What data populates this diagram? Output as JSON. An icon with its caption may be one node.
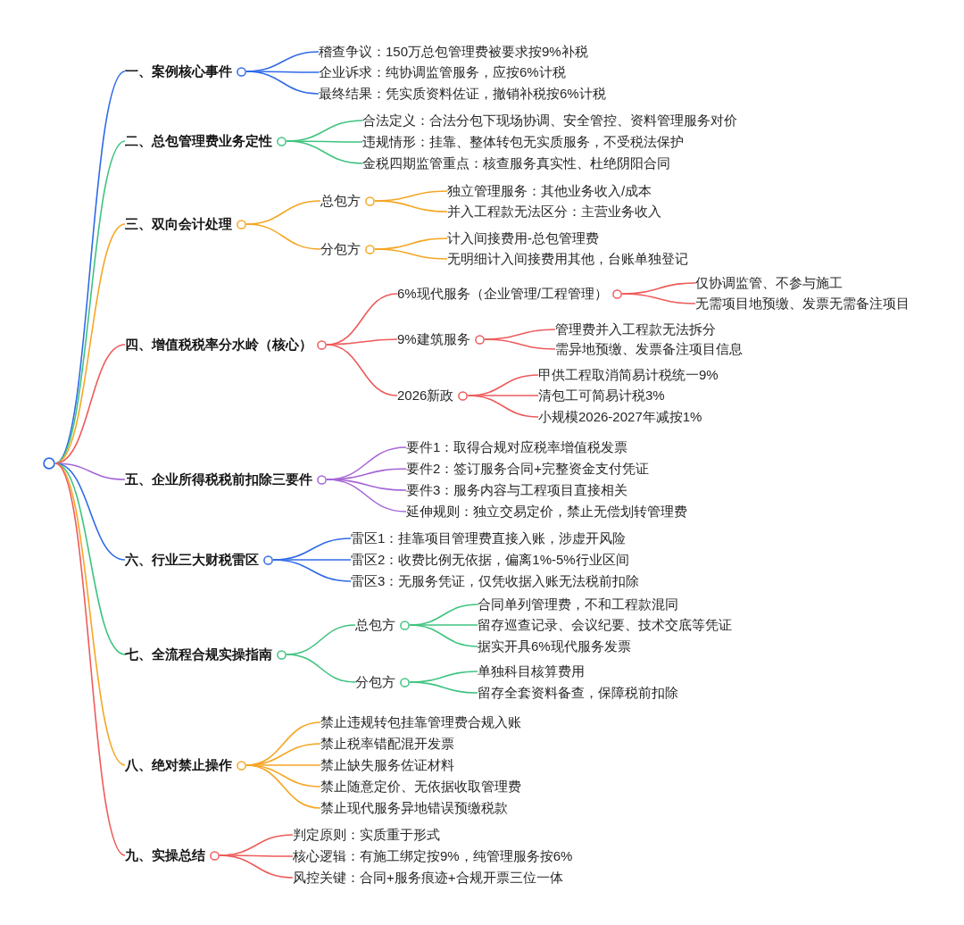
{
  "diagram": {
    "nodes": [
      {
        "text": [],
        "shape": "circle"
      },
      {
        "text": [
          "一、案例核心事件"
        ]
      },
      {
        "text": [
          "稽查争议：150万总包管理费被要求按9%补税"
        ]
      },
      {
        "text": [
          "企业诉求：纯协调监管服务，应按6%计税"
        ]
      },
      {
        "text": [
          "最终结果：凭实质资料佐证，撤销补税按6%计税"
        ]
      },
      {
        "text": [
          "二、总包管理费业务定性"
        ]
      },
      {
        "text": [
          "合法定义：合法分包下现场协调、安全管控、资料管理服务对价"
        ]
      },
      {
        "text": [
          "违规情形：挂靠、整体转包无实质服务，不受税法保护"
        ]
      },
      {
        "text": [
          "金税四期监管重点：核查服务真实性、杜绝阴阳合同"
        ]
      },
      {
        "text": [
          "三、双向会计处理"
        ]
      },
      {
        "text": [
          "总包方"
        ]
      },
      {
        "text": [
          "独立管理服务：其他业务收入/成本"
        ]
      },
      {
        "text": [
          "并入工程款无法区分：主营业务收入"
        ]
      },
      {
        "text": [
          "分包方"
        ]
      },
      {
        "text": [
          "计入间接费用-总包管理费"
        ]
      },
      {
        "text": [
          "无明细计入间接费用其他，台账单独登记"
        ]
      },
      {
        "text": [
          "四、增值税税率分水岭（核心）"
        ]
      },
      {
        "text": [
          "6%现代服务（企业管理/工程管理）"
        ]
      },
      {
        "text": [
          "仅协调监管、不参与施工"
        ]
      },
      {
        "text": [
          "无需项目地预缴、发票无需备注项目"
        ]
      },
      {
        "text": [
          "9%建筑服务"
        ]
      },
      {
        "text": [
          "管理费并入工程款无法拆分"
        ]
      },
      {
        "text": [
          "需异地预缴、发票备注项目信息"
        ]
      },
      {
        "text": [
          "2026新政"
        ]
      },
      {
        "text": [
          "甲供工程取消简易计税统一9%"
        ]
      },
      {
        "text": [
          "清包工可简易计税3%"
        ]
      },
      {
        "text": [
          "小规模2026-2027年减按1%"
        ]
      },
      {
        "text": [
          "五、企业所得税税前扣除三要件"
        ]
      },
      {
        "text": [
          "要件1：取得合规对应税率增值税发票"
        ]
      },
      {
        "text": [
          "要件2：签订服务合同+完整资金支付凭证"
        ]
      },
      {
        "text": [
          "要件3：服务内容与工程项目直接相关"
        ]
      },
      {
        "text": [
          "延伸规则：独立交易定价，禁止无偿划转管理费"
        ]
      },
      {
        "text": [
          "六、行业三大财税雷区"
        ]
      },
      {
        "text": [
          "雷区1：挂靠项目管理费直接入账，涉虚开风险"
        ]
      },
      {
        "text": [
          "雷区2：收费比例无依据，偏离1%-5%行业区间"
        ]
      },
      {
        "text": [
          "雷区3：无服务凭证，仅凭收据入账无法税前扣除"
        ]
      },
      {
        "text": [
          "七、全流程合规实操指南"
        ]
      },
      {
        "text": [
          "总包方"
        ]
      },
      {
        "text": [
          "合同单列管理费，不和工程款混同"
        ]
      },
      {
        "text": [
          "留存巡查记录、会议纪要、技术交底等凭证"
        ]
      },
      {
        "text": [
          "据实开具6%现代服务发票"
        ]
      },
      {
        "text": [
          "分包方"
        ]
      },
      {
        "text": [
          "单独科目核算费用"
        ]
      },
      {
        "text": [
          "留存全套资料备查，保障税前扣除"
        ]
      },
      {
        "text": [
          "八、绝对禁止操作"
        ]
      },
      {
        "text": [
          "禁止违规转包挂靠管理费合规入账"
        ]
      },
      {
        "text": [
          "禁止税率错配混开发票"
        ]
      },
      {
        "text": [
          "禁止缺失服务佐证材料"
        ]
      },
      {
        "text": [
          "禁止随意定价、无依据收取管理费"
        ]
      },
      {
        "text": [
          "禁止现代服务异地错误预缴税款"
        ]
      },
      {
        "text": [
          "九、实操总结"
        ]
      },
      {
        "text": [
          "判定原则：实质重于形式"
        ]
      },
      {
        "text": [
          "核心逻辑：有施工绑定按9%，纯管理服务按6%"
        ]
      },
      {
        "text": [
          "风控关键：合同+服务痕迹+合规开票三位一体"
        ]
      }
    ],
    "edges": [
      {
        "from": 0,
        "to": 1,
        "arrow": "none",
        "color": "#2f6ae8"
      },
      {
        "from": 1,
        "to": 2,
        "arrow": "none",
        "color": "#2f6ae8"
      },
      {
        "from": 1,
        "to": 3,
        "arrow": "none",
        "color": "#2f6ae8"
      },
      {
        "from": 1,
        "to": 4,
        "arrow": "none",
        "color": "#2f6ae8"
      },
      {
        "from": 0,
        "to": 5,
        "arrow": "none",
        "color": "#3fc380"
      },
      {
        "from": 5,
        "to": 6,
        "arrow": "none",
        "color": "#3fc380"
      },
      {
        "from": 5,
        "to": 7,
        "arrow": "none",
        "color": "#3fc380"
      },
      {
        "from": 5,
        "to": 8,
        "arrow": "none",
        "color": "#3fc380"
      },
      {
        "from": 0,
        "to": 9,
        "arrow": "none",
        "color": "#f4a623"
      },
      {
        "from": 9,
        "to": 10,
        "arrow": "none",
        "color": "#f4a623"
      },
      {
        "from": 10,
        "to": 11,
        "arrow": "none",
        "color": "#f4a623"
      },
      {
        "from": 10,
        "to": 12,
        "arrow": "none",
        "color": "#f4a623"
      },
      {
        "from": 9,
        "to": 13,
        "arrow": "none",
        "color": "#f4a623"
      },
      {
        "from": 13,
        "to": 14,
        "arrow": "none",
        "color": "#f4a623"
      },
      {
        "from": 13,
        "to": 15,
        "arrow": "none",
        "color": "#f4a623"
      },
      {
        "from": 0,
        "to": 16,
        "arrow": "none"
      },
      {
        "from": 16,
        "to": 17,
        "arrow": "none"
      },
      {
        "from": 17,
        "to": 18,
        "arrow": "none"
      },
      {
        "from": 17,
        "to": 19,
        "arrow": "none"
      },
      {
        "from": 16,
        "to": 20,
        "arrow": "none"
      },
      {
        "from": 20,
        "to": 21,
        "arrow": "none"
      },
      {
        "from": 20,
        "to": 22,
        "arrow": "none"
      },
      {
        "from": 16,
        "to": 23,
        "arrow": "none"
      },
      {
        "from": 23,
        "to": 24,
        "arrow": "none"
      },
      {
        "from": 23,
        "to": 25,
        "arrow": "none"
      },
      {
        "from": 23,
        "to": 26,
        "arrow": "none"
      },
      {
        "from": 0,
        "to": 27,
        "arrow": "none",
        "color": "#a566d6"
      },
      {
        "from": 27,
        "to": 28,
        "arrow": "none",
        "color": "#a566d6"
      },
      {
        "from": 27,
        "to": 29,
        "arrow": "none",
        "color": "#a566d6"
      },
      {
        "from": 27,
        "to": 30,
        "arrow": "none",
        "color": "#a566d6"
      },
      {
        "from": 27,
        "to": 31,
        "arrow": "none",
        "color": "#a566d6"
      },
      {
        "from": 0,
        "to": 32,
        "arrow": "none",
        "color": "#2f6ae8"
      },
      {
        "from": 32,
        "to": 33,
        "arrow": "none",
        "color": "#2f6ae8"
      },
      {
        "from": 32,
        "to": 34,
        "arrow": "none",
        "color": "#2f6ae8"
      },
      {
        "from": 32,
        "to": 35,
        "arrow": "none",
        "color": "#2f6ae8"
      },
      {
        "from": 0,
        "to": 36,
        "arrow": "none",
        "color": "#3fc380"
      },
      {
        "from": 36,
        "to": 37,
        "arrow": "none",
        "color": "#3fc380"
      },
      {
        "from": 37,
        "to": 38,
        "arrow": "none",
        "color": "#3fc380"
      },
      {
        "from": 37,
        "to": 39,
        "arrow": "none",
        "color": "#3fc380"
      },
      {
        "from": 37,
        "to": 40,
        "arrow": "none",
        "color": "#3fc380"
      },
      {
        "from": 36,
        "to": 41,
        "arrow": "none",
        "color": "#3fc380"
      },
      {
        "from": 41,
        "to": 42,
        "arrow": "none",
        "color": "#3fc380"
      },
      {
        "from": 41,
        "to": 43,
        "arrow": "none",
        "color": "#3fc380"
      },
      {
        "from": 0,
        "to": 44,
        "arrow": "none",
        "color": "#f4a623"
      },
      {
        "from": 44,
        "to": 45,
        "arrow": "none",
        "color": "#f4a623"
      },
      {
        "from": 44,
        "to": 46,
        "arrow": "none",
        "color": "#f4a623"
      },
      {
        "from": 44,
        "to": 47,
        "arrow": "none",
        "color": "#f4a623"
      },
      {
        "from": 44,
        "to": 48,
        "arrow": "none",
        "color": "#f4a623"
      },
      {
        "from": 44,
        "to": 49,
        "arrow": "none",
        "color": "#f4a623"
      },
      {
        "from": 0,
        "to": 50,
        "arrow": "none"
      },
      {
        "from": 50,
        "to": 51,
        "arrow": "none"
      },
      {
        "from": 50,
        "to": 52,
        "arrow": "none"
      },
      {
        "from": 50,
        "to": 53,
        "arrow": "none"
      }
    ]
  }
}
